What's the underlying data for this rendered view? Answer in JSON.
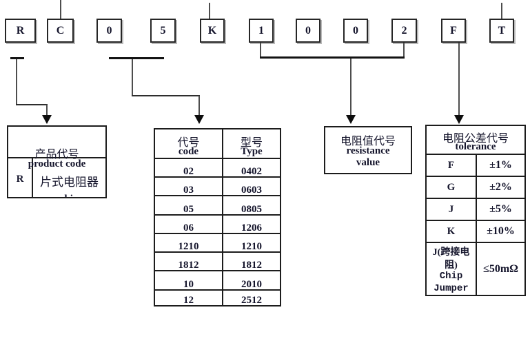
{
  "part_code_boxes": [
    "R",
    "C",
    "0",
    "5",
    "K",
    "1",
    "0",
    "0",
    "2",
    "F",
    "T"
  ],
  "product_table": {
    "title_cn": "产品代号",
    "title_en": "product code",
    "rows": [
      {
        "code": "R",
        "name_cn": "片式电阻器",
        "name_en": "chip"
      }
    ]
  },
  "size_table": {
    "headers": {
      "col1_cn": "代号",
      "col1_en": "code",
      "col2_cn": "型号",
      "col2_en": "Type"
    },
    "rows": [
      [
        "02",
        "0402"
      ],
      [
        "03",
        "0603"
      ],
      [
        "05",
        "0805"
      ],
      [
        "06",
        "1206"
      ],
      [
        "1210",
        "1210"
      ],
      [
        "1812",
        "1812"
      ],
      [
        "10",
        "2010"
      ],
      [
        "12",
        "2512"
      ]
    ]
  },
  "resistance_box": {
    "lines": [
      "电阻值代号",
      "resistance",
      "value"
    ]
  },
  "tolerance_table": {
    "title_cn": "电阻公差代号",
    "title_en": "tolerance",
    "rows": [
      [
        "F",
        "±1%"
      ],
      [
        "G",
        "±2%"
      ],
      [
        "J",
        "±5%"
      ],
      [
        "K",
        "±10%"
      ]
    ],
    "jumper_row": {
      "label_lines": [
        "J(跨接电",
        "阻)",
        "Chip",
        "Jumper"
      ],
      "value": "≤50mΩ"
    }
  },
  "colors": {
    "background": "#ffffff",
    "border": "#1c1c1c",
    "text": "#14142b",
    "line_gray": "#4d4d4d"
  }
}
